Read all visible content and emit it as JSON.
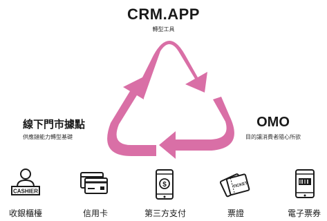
{
  "crm": {
    "title": "CRM.APP",
    "subtitle": "轉型工具"
  },
  "omo": {
    "title": "OMO",
    "subtitle": "目的讓消費者隨心所欲"
  },
  "offline": {
    "title": "線下門市據點",
    "subtitle": "供應鏈能力轉型基礎"
  },
  "cashier_badge": "CASHIER",
  "ticket_text": "TICKET",
  "payments": [
    {
      "label": "收銀櫃檯",
      "icon": "cashier-icon"
    },
    {
      "label": "信用卡",
      "icon": "credit-card-icon"
    },
    {
      "label": "第三方支付",
      "icon": "mobile-payment-icon"
    },
    {
      "label": "票證",
      "icon": "ticket-icon"
    },
    {
      "label": "電子票券",
      "icon": "e-ticket-icon"
    }
  ],
  "colors": {
    "accent": "#d96fa6",
    "text": "#1a1a1a"
  }
}
